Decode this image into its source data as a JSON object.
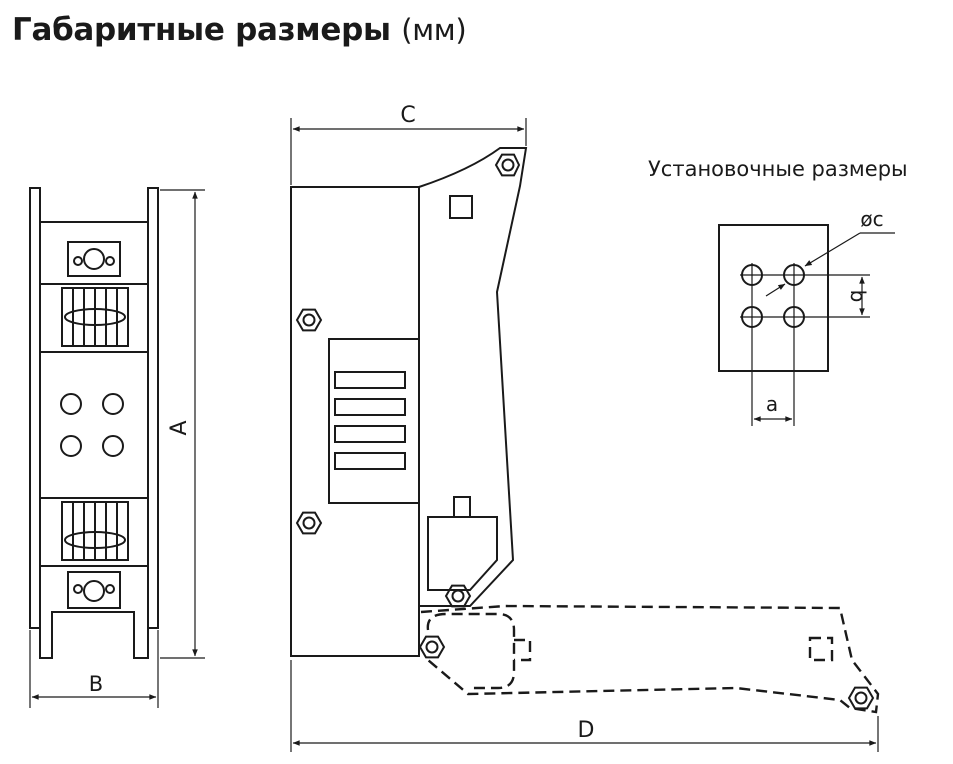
{
  "title": {
    "main": "Габаритные размеры",
    "unit": "(мм)"
  },
  "mounting": {
    "caption": "Установочные размеры",
    "label_a": "a",
    "label_b": "b",
    "label_c": "øc"
  },
  "dimensions": {
    "A": "A",
    "B": "B",
    "C": "C",
    "D": "D"
  }
}
